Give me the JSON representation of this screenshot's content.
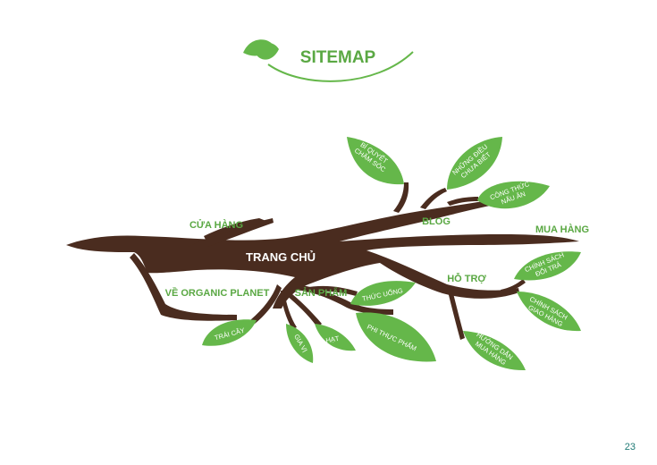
{
  "title": "SITEMAP",
  "page_number": "23",
  "colors": {
    "green": "#5aa843",
    "leaf": "#65b74a",
    "trunk": "#4a2c1f"
  },
  "branches": {
    "root": "TRANG CHỦ",
    "cua_hang": "CỬA HÀNG",
    "blog": "BLOG",
    "mua_hang": "MUA HÀNG",
    "ho_tro": "HỖ TRỢ",
    "ve_organic": "VỀ ORGANIC PLANET",
    "san_pham": "SẢN PHẨM"
  },
  "leaves": {
    "bi_quyet": [
      "BÍ QUYẾT",
      "CHĂM SÓC"
    ],
    "nhung_dieu": [
      "NHỮNG ĐIỀU",
      "CHƯA BIẾT"
    ],
    "cong_thuc": [
      "CÔNG THỨC",
      "NẤU ĂN"
    ],
    "chinh_sach_doi_tra": [
      "CHÍNH SÁCH",
      "ĐỔI TRẢ"
    ],
    "chinh_sach_giao_hang": [
      "CHÍNH SÁCH",
      "GIAO HÀNG"
    ],
    "huong_dan": [
      "HƯỚNG DẪN",
      "MUA HÀNG"
    ],
    "thuc_uong": [
      "THỨC UỐNG"
    ],
    "phi_thuc_pham": [
      "PHI THỰC PHẨM"
    ],
    "trai_cay": [
      "TRÁI CÂY"
    ],
    "gia_vi": [
      "GIA VỊ"
    ],
    "hat": [
      "HẠT"
    ]
  }
}
